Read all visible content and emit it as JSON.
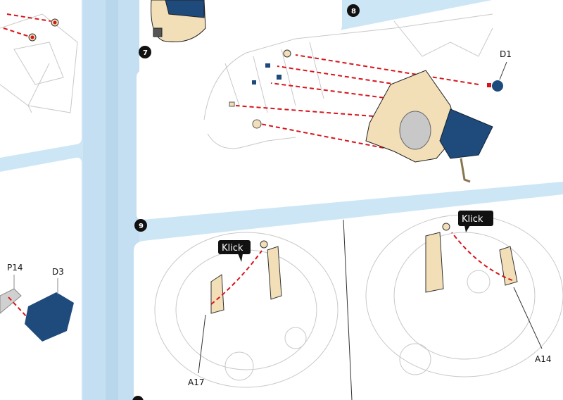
{
  "steps": {
    "step7": "7",
    "step8": "8",
    "step9": "9"
  },
  "parts": {
    "d1": "D1",
    "p14": "P14",
    "d3": "D3",
    "a17": "A17",
    "a14": "A14"
  },
  "callouts": {
    "klick_left": "Klick",
    "klick_right": "Klick"
  },
  "colors": {
    "background": "#cde6f6",
    "panel": "#ffffff",
    "part_tan": "#f2dfb8",
    "part_blue": "#1f4a7c",
    "arrow_red": "#d8141b"
  }
}
